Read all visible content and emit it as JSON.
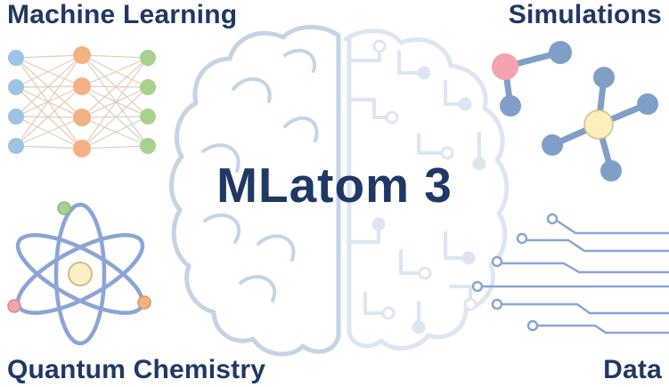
{
  "title": "MLatom 3",
  "labels": {
    "top_left": "Machine Learning",
    "top_right": "Simulations",
    "bottom_left": "Quantum Chemistry",
    "bottom_right": "Data"
  },
  "icons": [
    "brain-illustration",
    "neural-network-icon",
    "atom-icon",
    "molecule-icons",
    "circuit-data-icon"
  ],
  "colors": {
    "text_navy": "#1f3864",
    "brain_left_stroke": "#c6d2e6",
    "brain_right_stroke": "#dde5f1",
    "node_blue": "#9dc3e6",
    "node_orange": "#f4b183",
    "node_green": "#a9d18e",
    "nn_link": "#e2c5ab",
    "atom_orbit": "#8aa5d6",
    "nucleus_yellow": "#fbf0c8",
    "electron_pink": "#f2a6a6",
    "molecule_blue": "#7f9fc9",
    "molecule_pink": "#f2a3ad",
    "molecule_yellow": "#fceebd",
    "circuit_blue": "#8aa5d6",
    "background": "#ffffff"
  }
}
